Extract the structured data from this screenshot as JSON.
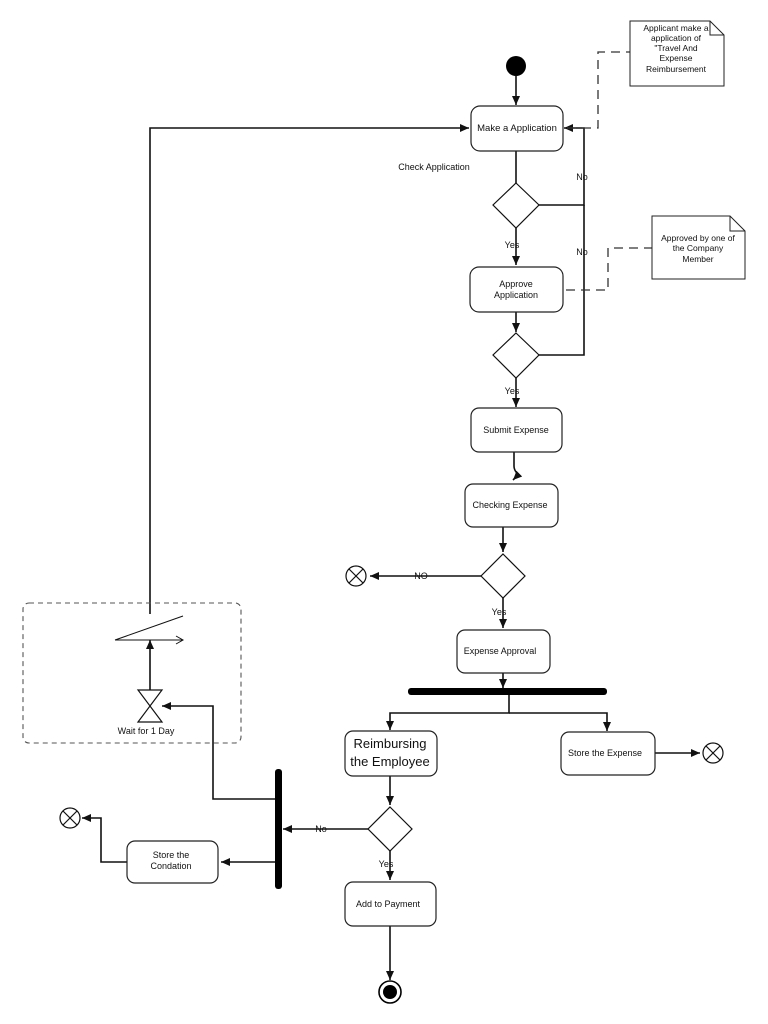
{
  "actions": {
    "make_application": "Make a Application",
    "approve_application": [
      "Approve",
      "Application"
    ],
    "submit_expense": "Submit Expense",
    "checking_expense": "Checking Expense",
    "expense_approval": "Expense Approval",
    "reimbursing_employee": [
      "Reimbursing",
      "the Employee"
    ],
    "store_expense": "Store the Expense",
    "store_condation": [
      "Store the",
      "Condation"
    ],
    "add_to_payment": "Add to Payment",
    "wait": "Wait for 1 Day"
  },
  "labels": {
    "check_application": "Check Application",
    "yes1": "Yes",
    "yes2": "Yes",
    "yes3": "Yes",
    "yes4": "Yes",
    "no1": "No",
    "no2": "No",
    "no3": "NO",
    "no4": "No"
  },
  "notes": {
    "applicant_note": [
      "Applicant make a",
      "application of",
      "\"Travel And",
      "Expense",
      "Reimbursement"
    ],
    "approved_note": [
      "Approved by one of",
      "the Company",
      "Member"
    ]
  }
}
